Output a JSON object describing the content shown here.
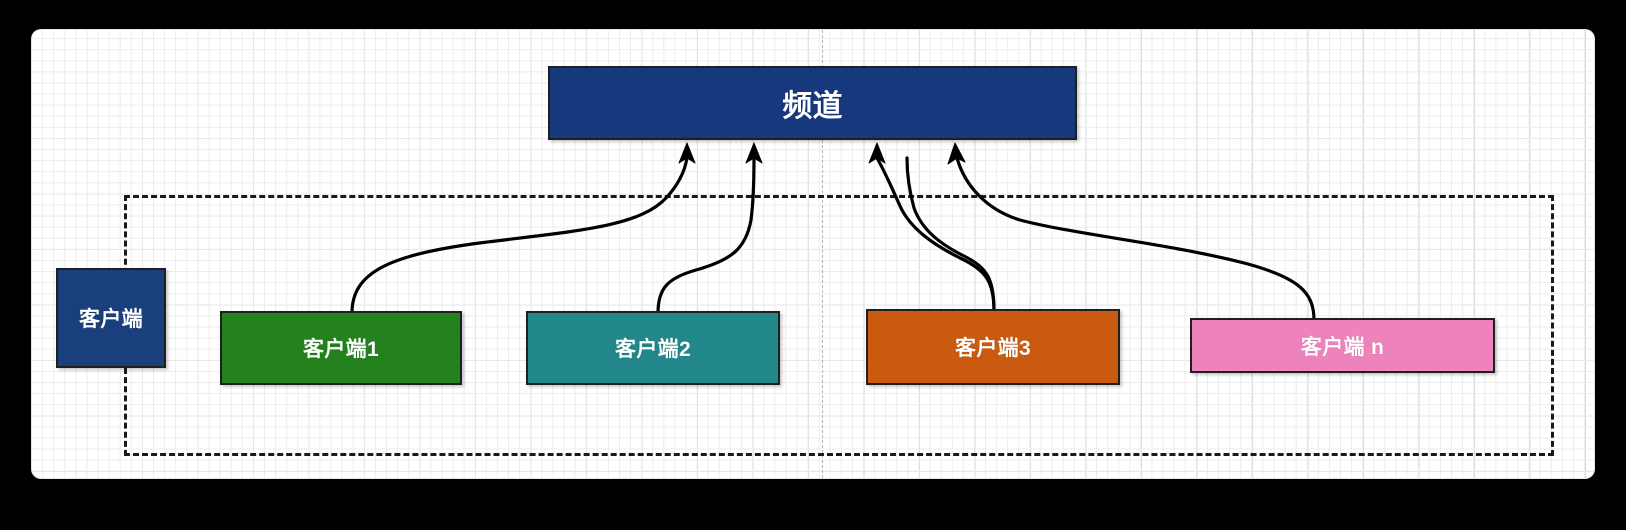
{
  "canvas": {
    "background_color": "#ffffff",
    "page_background_color": "#000000",
    "grid_minor_color": "#ececec",
    "grid_major_color": "#d8d8d8",
    "page_break_guide_color": "#b4b4b4"
  },
  "group": {
    "name": "client-group-boundary",
    "style": "dashed",
    "border_color": "#1a1a1a"
  },
  "nodes": {
    "channel": {
      "label": "频道",
      "fill": "#16387c",
      "text_color": "#ffffff",
      "border_color": "#1f1f1f"
    },
    "client_legend": {
      "label": "客户端",
      "fill": "#1a3f7d",
      "text_color": "#ffffff",
      "border_color": "#1f1f1f"
    },
    "client1": {
      "label": "客户端1",
      "fill": "#23821e",
      "text_color": "#ffffff",
      "border_color": "#1f1f1f"
    },
    "client2": {
      "label": "客户端2",
      "fill": "#22878a",
      "text_color": "#ffffff",
      "border_color": "#1f1f1f"
    },
    "client3": {
      "label": "客户端3",
      "fill": "#ca5a0f",
      "text_color": "#ffffff",
      "border_color": "#1f1f1f"
    },
    "clientn": {
      "label": "客户端 n",
      "fill": "#ee82bc",
      "text_color": "#ffffff",
      "border_color": "#1f1f1f"
    }
  },
  "edges": [
    {
      "name": "client1-to-channel",
      "from": "client1",
      "to": "channel",
      "arrow": "end",
      "color": "#000000"
    },
    {
      "name": "client2-to-channel",
      "from": "client2",
      "to": "channel",
      "arrow": "end",
      "color": "#000000"
    },
    {
      "name": "client3-to-channel",
      "from": "client3",
      "to": "channel",
      "arrow": "end",
      "color": "#000000"
    },
    {
      "name": "clientn-to-channel",
      "from": "clientn",
      "to": "channel",
      "arrow": "end",
      "color": "#000000"
    }
  ]
}
